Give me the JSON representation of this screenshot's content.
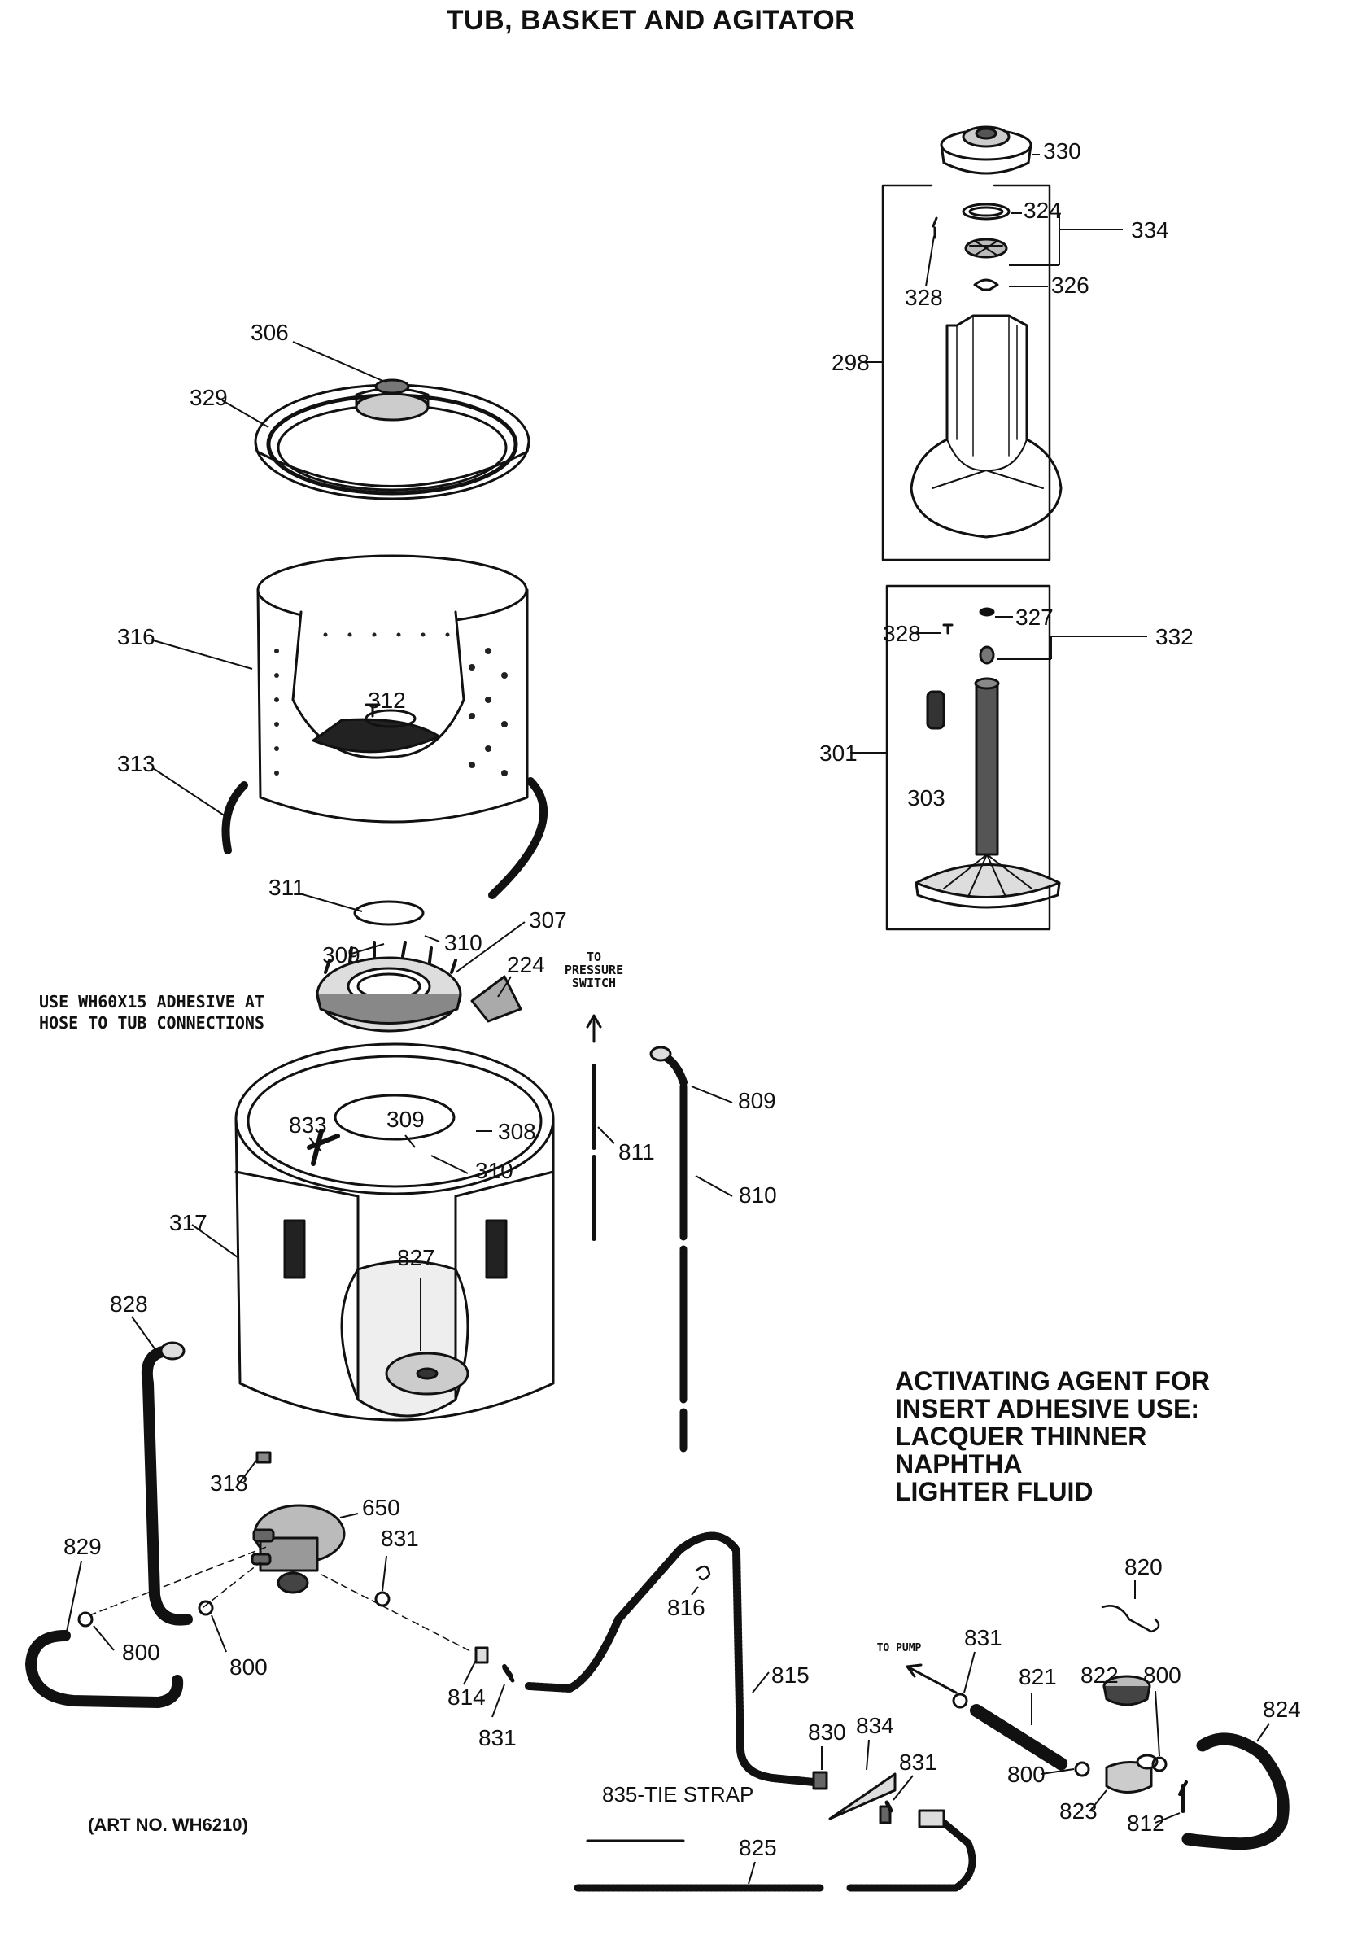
{
  "title": "TUB, BASKET AND AGITATOR",
  "notes": {
    "adhesive": "USE WH60X15 ADHESIVE AT\nHOSE TO TUB CONNECTIONS",
    "pressure_switch": "TO\nPRESSURE\nSWITCH",
    "to_pump": "TO PUMP",
    "activating_agent": "ACTIVATING AGENT FOR\nINSERT ADHESIVE USE:\nLACQUER THINNER\nNAPHTHA\nLIGHTER FLUID",
    "tie_strap": "835-TIE STRAP",
    "art_no": "(ART NO. WH6210)"
  },
  "part_labels": [
    {
      "id": "330",
      "text": "330"
    },
    {
      "id": "324",
      "text": "324"
    },
    {
      "id": "334",
      "text": "334"
    },
    {
      "id": "328a",
      "text": "328"
    },
    {
      "id": "326",
      "text": "326"
    },
    {
      "id": "298",
      "text": "298"
    },
    {
      "id": "306",
      "text": "306"
    },
    {
      "id": "329",
      "text": "329"
    },
    {
      "id": "316",
      "text": "316"
    },
    {
      "id": "312",
      "text": "312"
    },
    {
      "id": "313",
      "text": "313"
    },
    {
      "id": "311",
      "text": "311"
    },
    {
      "id": "310a",
      "text": "310"
    },
    {
      "id": "309a",
      "text": "309"
    },
    {
      "id": "307",
      "text": "307"
    },
    {
      "id": "224",
      "text": "224"
    },
    {
      "id": "328b",
      "text": "328"
    },
    {
      "id": "327",
      "text": "327"
    },
    {
      "id": "332",
      "text": "332"
    },
    {
      "id": "301",
      "text": "301"
    },
    {
      "id": "303",
      "text": "303"
    },
    {
      "id": "833",
      "text": "833"
    },
    {
      "id": "309b",
      "text": "309"
    },
    {
      "id": "308",
      "text": "308"
    },
    {
      "id": "310b",
      "text": "310"
    },
    {
      "id": "811",
      "text": "811"
    },
    {
      "id": "809",
      "text": "809"
    },
    {
      "id": "810",
      "text": "810"
    },
    {
      "id": "317",
      "text": "317"
    },
    {
      "id": "827",
      "text": "827"
    },
    {
      "id": "828",
      "text": "828"
    },
    {
      "id": "318",
      "text": "318"
    },
    {
      "id": "650",
      "text": "650"
    },
    {
      "id": "829",
      "text": "829"
    },
    {
      "id": "831a",
      "text": "831"
    },
    {
      "id": "800a",
      "text": "800"
    },
    {
      "id": "800b",
      "text": "800"
    },
    {
      "id": "816",
      "text": "816"
    },
    {
      "id": "815",
      "text": "815"
    },
    {
      "id": "814",
      "text": "814"
    },
    {
      "id": "831b",
      "text": "831"
    },
    {
      "id": "820",
      "text": "820"
    },
    {
      "id": "831c",
      "text": "831"
    },
    {
      "id": "821",
      "text": "821"
    },
    {
      "id": "822",
      "text": "822"
    },
    {
      "id": "800c",
      "text": "800"
    },
    {
      "id": "824",
      "text": "824"
    },
    {
      "id": "830",
      "text": "830"
    },
    {
      "id": "834",
      "text": "834"
    },
    {
      "id": "831d",
      "text": "831"
    },
    {
      "id": "800d",
      "text": "800"
    },
    {
      "id": "823",
      "text": "823"
    },
    {
      "id": "812",
      "text": "812"
    },
    {
      "id": "825",
      "text": "825"
    }
  ]
}
